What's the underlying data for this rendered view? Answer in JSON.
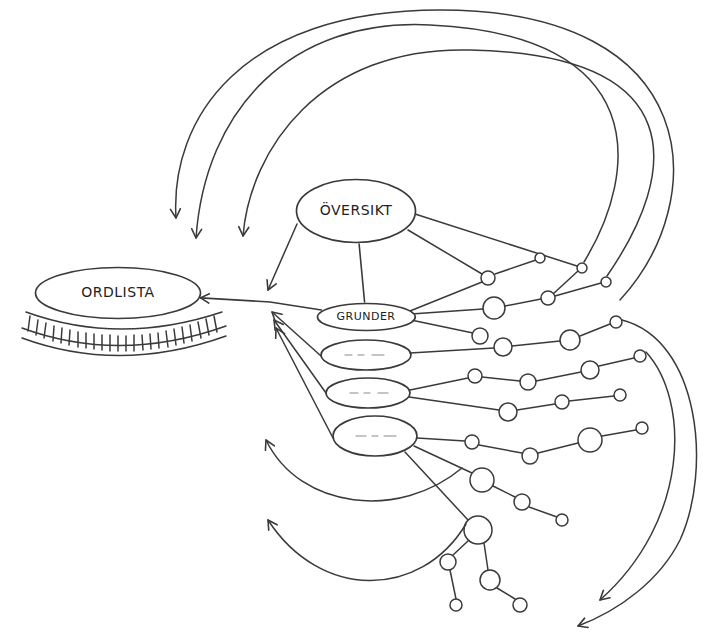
{
  "diagram": {
    "nodes": [
      {
        "text": [
          "ORDLISTA"
        ]
      },
      {
        "text": [
          "ÖVERSIKT"
        ]
      },
      {
        "text": [
          "GRUNDER"
        ]
      }
    ],
    "edges": [
      {
        "from": 1,
        "to": 2,
        "arrow": "none"
      },
      {
        "from": 2,
        "to": 0,
        "arrow": "to"
      }
    ]
  }
}
